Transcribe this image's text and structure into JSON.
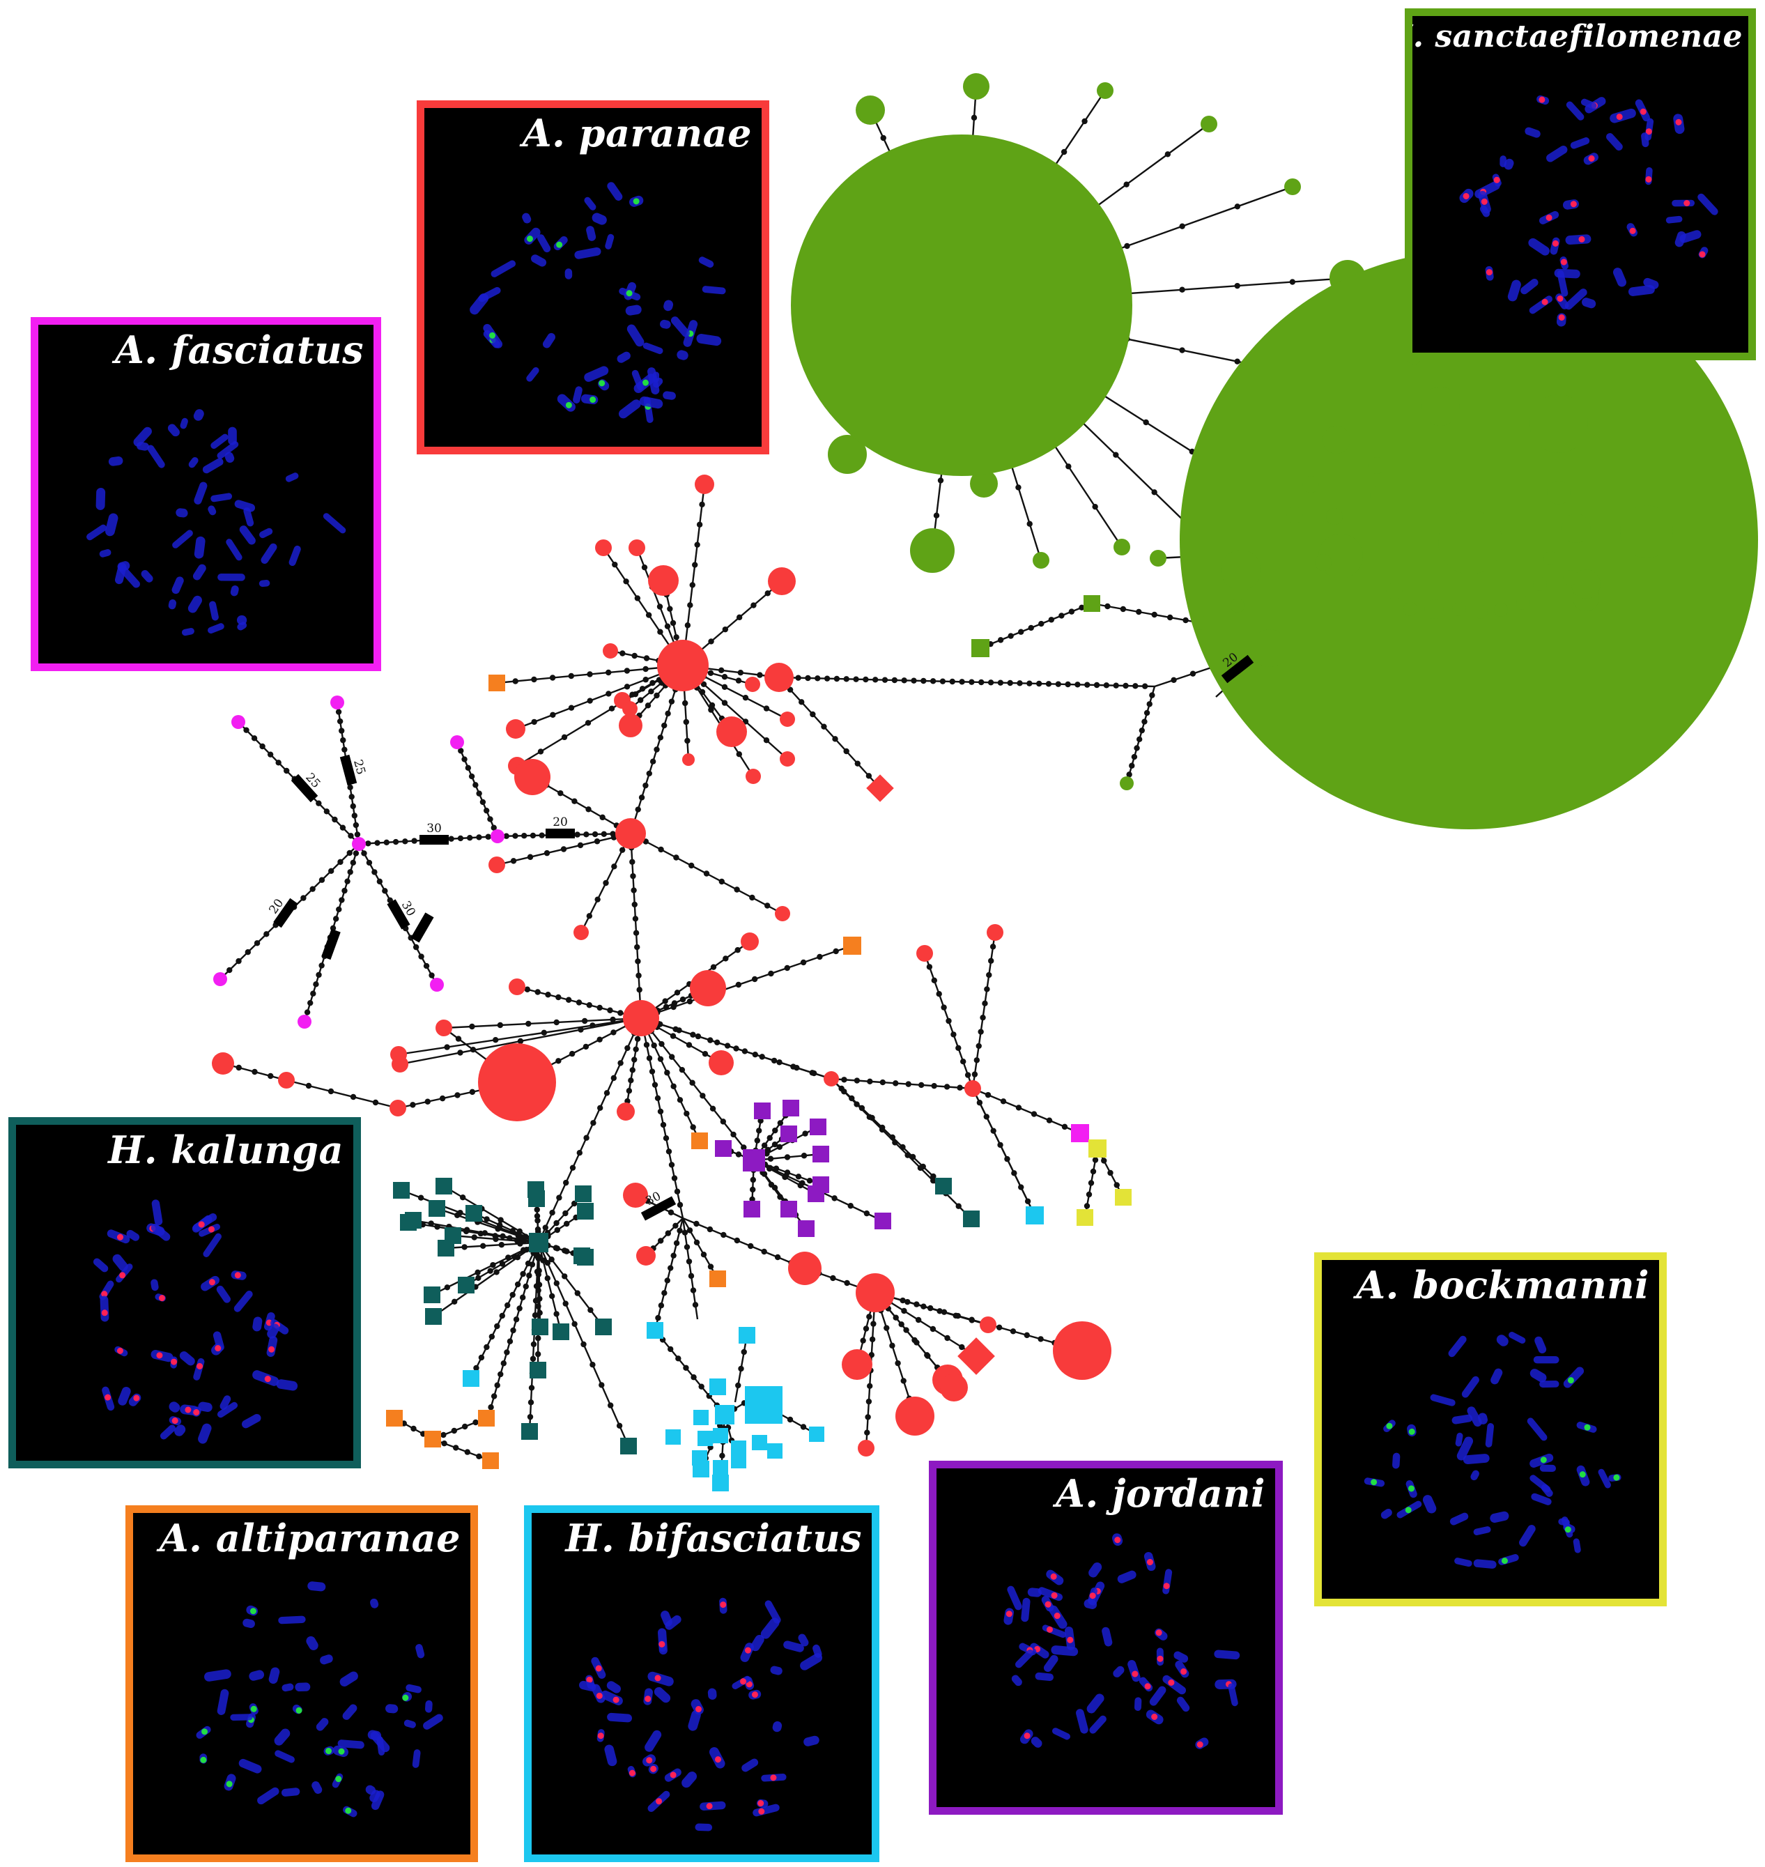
{
  "colors": {
    "background": "#ffffff",
    "panel_fill": "#000000",
    "chromosome": "#1a1fd0",
    "signal_green": "#22dd44",
    "signal_red": "#ff2255",
    "branch": "#111111",
    "mutation_bar": "#000000",
    "hap_green": "#5fa316",
    "hap_red": "#f83b3b",
    "hap_magenta": "#f21ff2",
    "hap_orange": "#f57f1f",
    "hap_teal": "#0f5e5b",
    "hap_purple": "#8d1ac2",
    "hap_cyan": "#1cc7ef",
    "hap_yellow": "#e3e337"
  },
  "species_panels": [
    {
      "id": "a-paranae",
      "name": "A. paranae",
      "border": "#f83b3b",
      "signal": "green"
    },
    {
      "id": "a-fasciatus",
      "name": "A. fasciatus",
      "border": "#f21ff2",
      "signal": "none"
    },
    {
      "id": "m-sanctaefilomenae",
      "name": "M. sanctaefilomenae",
      "border": "#5fa316",
      "signal": "red"
    },
    {
      "id": "h-kalunga",
      "name": "H. kalunga",
      "border": "#0f5e5b",
      "signal": "red"
    },
    {
      "id": "a-bockmanni",
      "name": "A. bockmanni",
      "border": "#e3e337",
      "signal": "green"
    },
    {
      "id": "a-altiparanae",
      "name": "A. altiparanae",
      "border": "#f57f1f",
      "signal": "green"
    },
    {
      "id": "h-bifasciatus",
      "name": "H. bifasciatus",
      "border": "#1cc7ef",
      "signal": "red"
    },
    {
      "id": "a-jordani",
      "name": "A. jordani",
      "border": "#8d1ac2",
      "signal": "red"
    }
  ],
  "mutation_labels": [
    "20",
    "30",
    "25",
    "25",
    "30",
    "20",
    "30",
    "20"
  ]
}
